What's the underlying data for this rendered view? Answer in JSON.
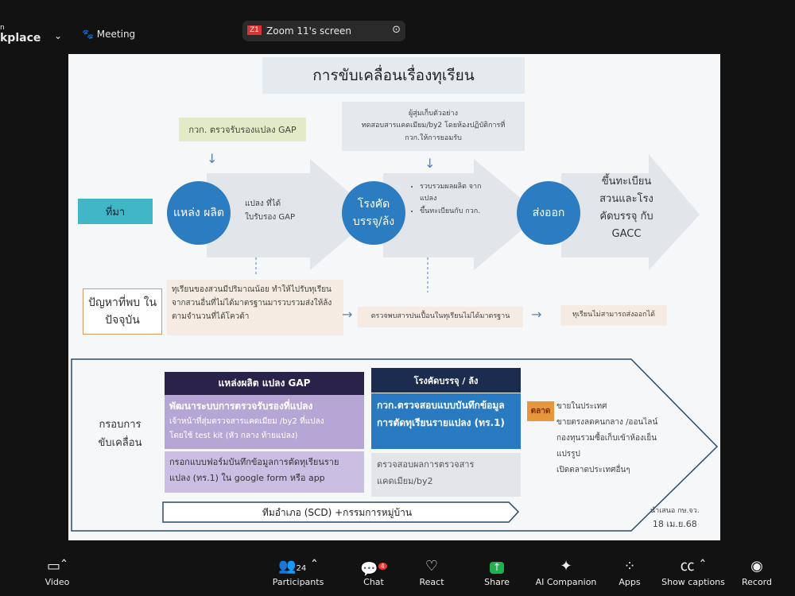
{
  "zoom": {
    "workspace": "kplace",
    "meeting_label": "Meeting",
    "share_badge": "Z1",
    "share_title": "Zoom 11's screen"
  },
  "slide": {
    "title": "การขับเคลื่อนเรื่องทุเรียน",
    "gap_box": "กวก. ตรวจรับรองแปลง GAP",
    "sample_box": [
      "ผู้สุ่มเก็บตัวอย่าง",
      "ทดสอบสารแคดเมียม/by2 โดยห้องปฏิบัติการที่",
      "กวก.ให้การยอมรับ"
    ],
    "source_label": "ที่มา",
    "circle1": "แหล่ง ผลิต",
    "arrow1_text": [
      "แปลง ที่ได้",
      "ใบรับรอง GAP"
    ],
    "circle2": "โรงคัด บรรจุ/ล้ง",
    "arrow2_bullets": [
      "รวบรวมผลผลิต จากแปลง",
      "ขึ้นทะเบียนกับ กวก."
    ],
    "circle3": "ส่งออก",
    "arrow3_text": "ขึ้นทะเบียน สวนและโรง คัดบรรจุ กับ GACC",
    "problem_label": "ปัญหาที่พบ ในปัจจุบัน",
    "problem1": "ทุเรียนของสวนมีปริมาณน้อย ทำให้ไปรับทุเรียนจากสวนอื่นที่ไม่ได้มาตรฐานมารวบรวมส่งให้ล้งตามจำนวนที่ได้โควต้า",
    "problem2": "ตรวจพบสารปนเปื้อนในทุเรียนไม่ได้มาตรฐาน",
    "problem3": "ทุเรียนไม่สามารถส่งออกได้",
    "framework_label": "กรอบการ ขับเคลื่อน",
    "col1_header": "แหล่งผลิต แปลง GAP",
    "col1_body": [
      "พัฒนาระบบการตรวจรับรองที่แปลง",
      "เจ้าหน้าที่สุ่มตรวจสารแคดเมียม /by2 ที่แปลง",
      "โดยใช้ test kit (หัว กลาง ท้ายแปลง)"
    ],
    "col1_row2": "กรอกแบบฟอร์มบันทึกข้อมูลการตัดทุเรียนรายแปลง (ทร.1) ใน google form หรือ app",
    "col2_header": "โรงคัดบรรจุ / ล้ง",
    "col2_body": "กวก.ตรวจสอบแบบบันทึกข้อมูลการตัดทุเรียนรายแปลง (ทร.1)",
    "col2_row2": "ตรวจสอบผลการตรวจสาร แคดเมียม/by2",
    "market_tag": "ตลาด",
    "market_items": [
      "ขายในประเทศ",
      "ขายตรงลดคนกลาง /ออนไลน์",
      "กองทุนรวมซื้อเก็บเข้าห้องเย็น",
      "แปรรูป",
      "เปิดตลาดประเทศอื่นๆ"
    ],
    "team_bar": "ทีมอำเภอ (SCD) +กรรมการหมู่บ้าน",
    "credit": [
      "นำเสนอ กษ.จว.",
      "18 เม.ย.68"
    ]
  },
  "toolbar": {
    "video": "Video",
    "participants": "Participants",
    "participants_count": "24",
    "chat": "Chat",
    "chat_badge": "4",
    "react": "React",
    "share": "Share",
    "ai": "AI Companion",
    "apps": "Apps",
    "captions": "Show captions",
    "record": "Record"
  }
}
